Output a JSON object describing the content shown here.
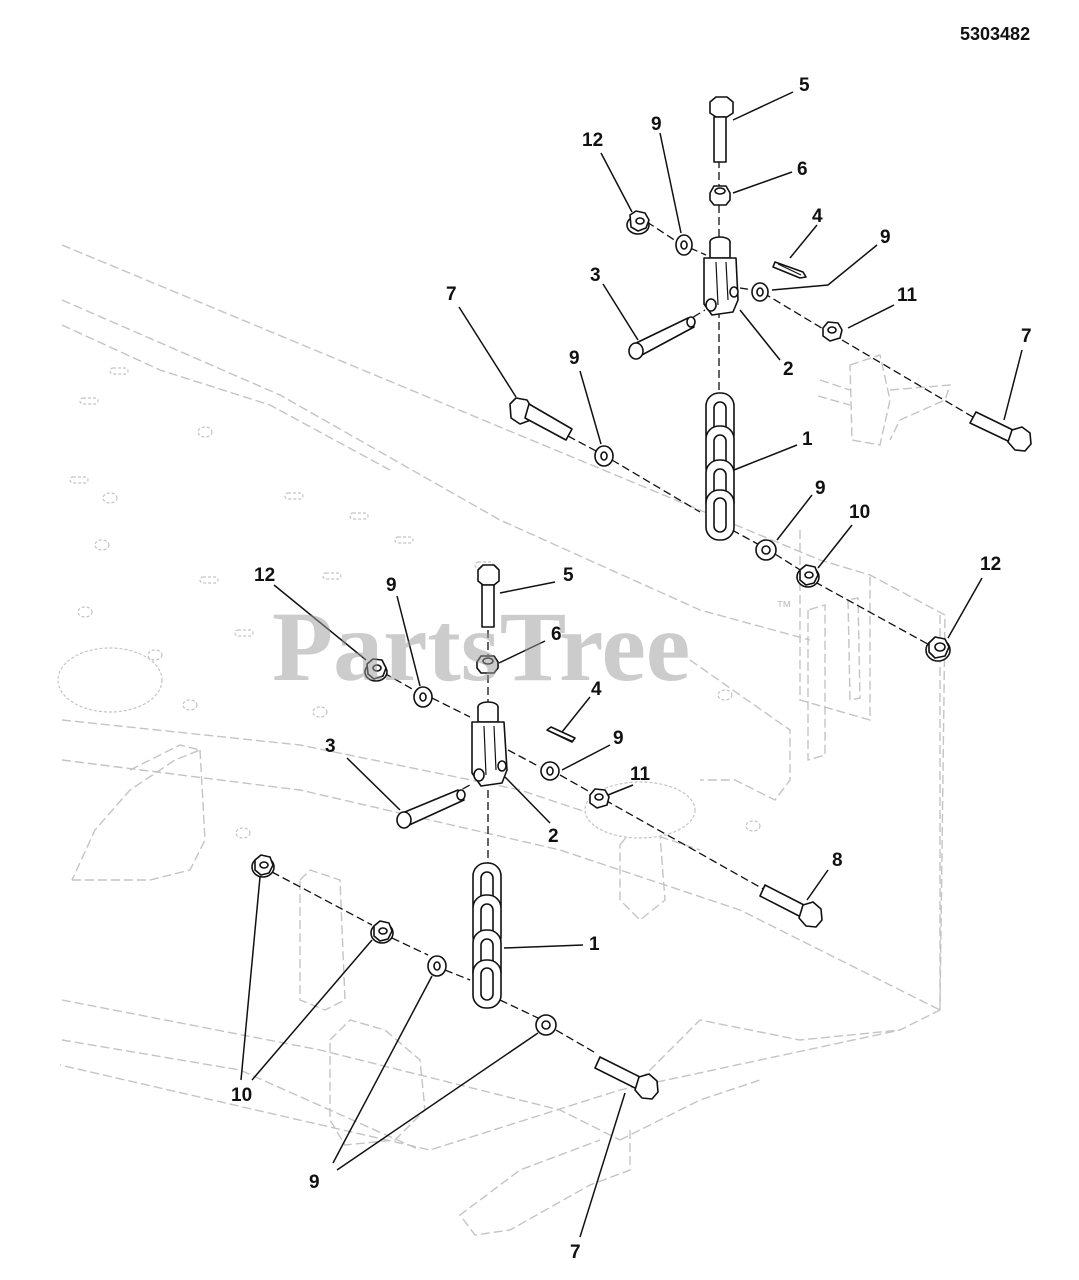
{
  "document_number": "5303482",
  "watermark": {
    "text": "PartsTree",
    "trademark": "™"
  },
  "callouts": {
    "upper": {
      "c5": "5",
      "c6": "6",
      "c12": "12",
      "c9_top": "9",
      "c4": "4",
      "c9_right": "9",
      "c3": "3",
      "c11": "11",
      "c7_left": "7",
      "c9_left": "9",
      "c2": "2",
      "c7_right": "7",
      "c1": "1",
      "c9_lower": "9",
      "c10": "10",
      "c12_right": "12"
    },
    "lower": {
      "c12": "12",
      "c9": "9",
      "c5": "5",
      "c6": "6",
      "c4": "4",
      "c9_right": "9",
      "c11": "11",
      "c3": "3",
      "c2": "2",
      "c8": "8",
      "c1": "1",
      "c10": "10",
      "c9_bottom": "9",
      "c7": "7"
    }
  }
}
